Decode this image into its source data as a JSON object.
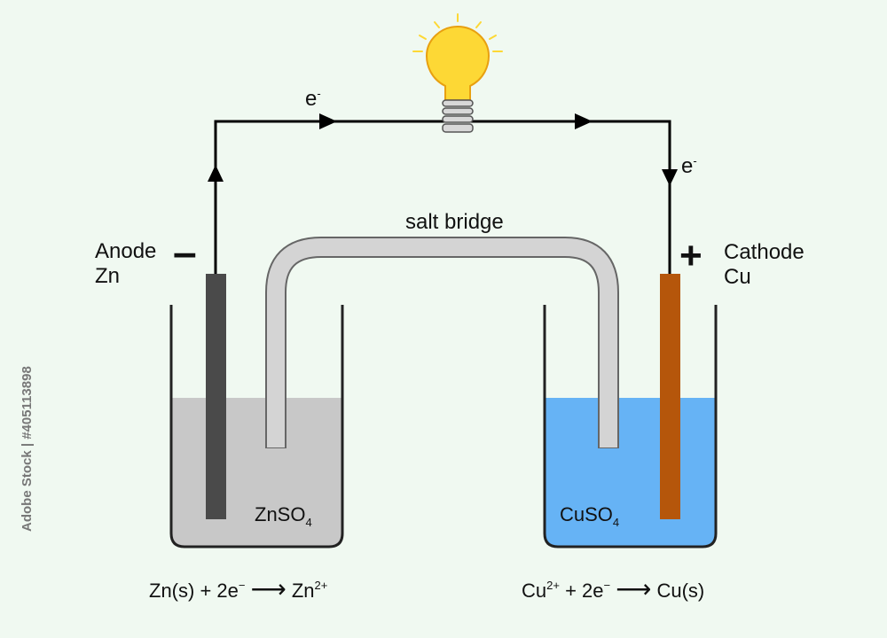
{
  "diagram": {
    "electron_label": "e",
    "electron_sup": "-",
    "salt_bridge_label": "salt bridge",
    "anode": {
      "name": "Anode",
      "metal": "Zn",
      "sign": "–",
      "color": "#4a4a4a"
    },
    "cathode": {
      "name": "Cathode",
      "metal": "Cu",
      "sign": "+",
      "color": "#b5560b"
    },
    "left_solution": {
      "base": "ZnSO",
      "sub": "4",
      "color": "#c8c8c8"
    },
    "right_solution": {
      "base": "CuSO",
      "sub": "4",
      "color": "#66b3f5"
    },
    "left_reaction": {
      "a": "Zn(s) + 2e",
      "a_sup": "−",
      "arrow": "⟶",
      "b": "Zn",
      "b_sup": "2+"
    },
    "right_reaction": {
      "a": "Cu",
      "a_sup": "2+",
      "mid": " + 2e",
      "mid_sup": "−",
      "arrow": "⟶",
      "b": "Cu(s)"
    },
    "bulb_color": "#fdd835",
    "stock_id": "Adobe Stock | #405113898"
  }
}
